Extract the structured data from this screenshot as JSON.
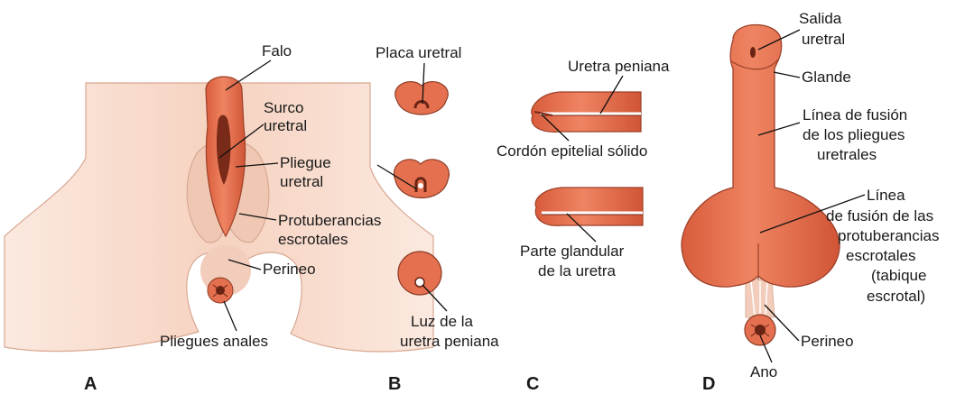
{
  "panels": {
    "a": "A",
    "b": "B",
    "c": "C",
    "d": "D"
  },
  "labels": {
    "falo": "Falo",
    "surco_1": "Surco",
    "surco_2": "uretral",
    "pliegue_1": "Pliegue",
    "pliegue_2": "uretral",
    "protub_1": "Protuberancias",
    "protub_2": "escrotales",
    "perineo_a": "Perineo",
    "pliegues_anales": "Pliegues anales",
    "placa_uretral": "Placa uretral",
    "luz_1": "Luz de la",
    "luz_2": "uretra peniana",
    "uretra_peniana": "Uretra peniana",
    "cordon": "Cordón epitelial sólido",
    "parte_1": "Parte glandular",
    "parte_2": "de la uretra",
    "salida_1": "Salida",
    "salida_2": "uretral",
    "glande": "Glande",
    "linea_pl_1": "Línea de fusión",
    "linea_pl_2": "de los pliegues",
    "linea_pl_3": "uretrales",
    "linea_pr_1": "Línea",
    "linea_pr_2": "de fusión de las",
    "linea_pr_3": "protuberancias",
    "linea_pr_4": "escrotales",
    "linea_pr_5": "(tabique",
    "linea_pr_6": "escrotal)",
    "perineo_d": "Perineo",
    "ano": "Ano"
  },
  "colors": {
    "tissue": "#e4704f",
    "tissue_outline": "#8c3b26",
    "skin": "#f8dccd",
    "skin_shadow": "#efc2ad"
  }
}
